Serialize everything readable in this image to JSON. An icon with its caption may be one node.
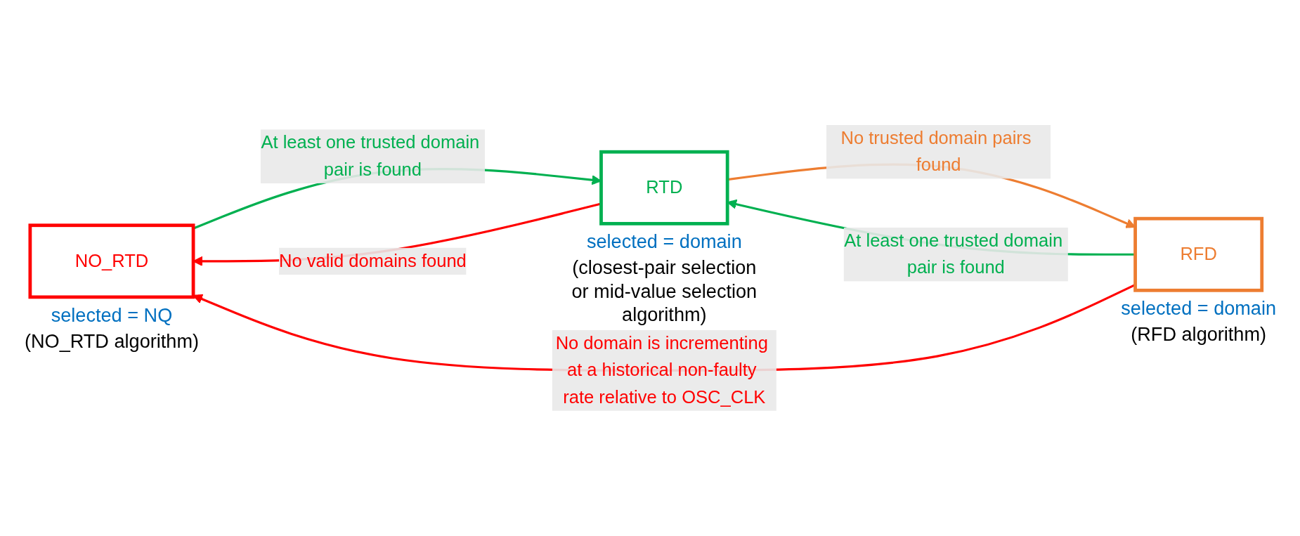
{
  "diagram": {
    "nodes": [
      {
        "text": [
          "NO_RTD"
        ],
        "beside": [
          "selected = NQ",
          "(NO_RTD algorithm)"
        ]
      },
      {
        "text": [
          "RTD"
        ],
        "beside": [
          "selected = domain",
          "(closest-pair selection or mid-value selection algorithm)"
        ]
      },
      {
        "text": [
          "RFD"
        ],
        "beside": [
          "selected = domain",
          "(RFD algorithm)"
        ]
      }
    ],
    "edges": [
      {
        "from": 1,
        "to": 0,
        "arrow": "to",
        "label": "No valid domains found",
        "color": "#ff0000"
      },
      {
        "from": 0,
        "to": 1,
        "arrow": "to",
        "label": "At least one trusted domain pair is found",
        "color": "#00b050"
      },
      {
        "from": 2,
        "to": 1,
        "arrow": "to",
        "label": "At least one trusted domain pair is found",
        "color": "#00b050"
      },
      {
        "from": 1,
        "to": 2,
        "arrow": "to",
        "label": "No trusted domain pairs found",
        "color": "#ed7d31"
      },
      {
        "from": 2,
        "to": 0,
        "arrow": "to",
        "label": "No domain is incrementing at a historical non-faulty rate relative to OSC_CLK",
        "color": "#ff0000"
      }
    ]
  }
}
